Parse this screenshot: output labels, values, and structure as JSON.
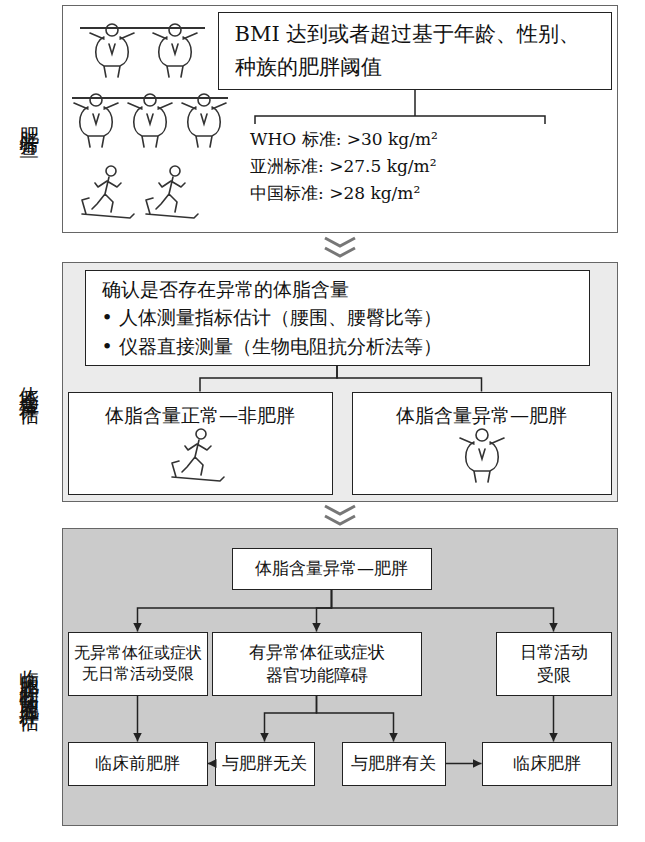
{
  "diagram": {
    "nodes": [
      {
        "text": [
          "肥胖筛查"
        ]
      },
      {
        "text": [
          "BMI 达到或者超过基于年龄、性别、种族的肥胖阈值"
        ],
        "in": 0
      },
      {
        "text": [
          "体脂含量评估"
        ]
      },
      {
        "text": [
          "确认是否存在异常的体脂含量",
          "• 人体测量指标估计（腰围、腰臀比等）",
          "• 仪器直接测量（生物电阻抗分析法等）"
        ],
        "in": 2
      },
      {
        "text": [
          "体脂含量正常—非肥胖"
        ],
        "in": 2
      },
      {
        "text": [
          "体脂含量异常—肥胖"
        ],
        "in": 2
      },
      {
        "text": [
          "临床肥胖和临床前肥胖评估"
        ]
      },
      {
        "text": [
          "体脂含量异常—肥胖"
        ],
        "in": 6
      },
      {
        "text": [
          "无异常体征或症状",
          "无日常活动受限"
        ],
        "in": 6
      },
      {
        "text": [
          "有异常体征或症状",
          "器官功能障碍"
        ],
        "in": 6
      },
      {
        "text": [
          "日常活动受限"
        ],
        "in": 6
      },
      {
        "text": [
          "临床前肥胖"
        ],
        "in": 6
      },
      {
        "text": [
          "与肥胖无关"
        ],
        "in": 6
      },
      {
        "text": [
          "与肥胖有关"
        ],
        "in": 6
      },
      {
        "text": [
          "临床肥胖"
        ],
        "in": 6
      }
    ],
    "edges": [
      {
        "from": 3,
        "to": 4,
        "arrow": "none"
      },
      {
        "from": 3,
        "to": 5,
        "arrow": "none"
      },
      {
        "from": 7,
        "to": 8,
        "arrow": "to"
      },
      {
        "from": 7,
        "to": 9,
        "arrow": "to"
      },
      {
        "from": 7,
        "to": 10,
        "arrow": "to"
      },
      {
        "from": 8,
        "to": 11,
        "arrow": "to"
      },
      {
        "from": 9,
        "to": 12,
        "arrow": "to"
      },
      {
        "from": 9,
        "to": 13,
        "arrow": "to"
      },
      {
        "from": 12,
        "to": 11,
        "arrow": "to"
      },
      {
        "from": 13,
        "to": 14,
        "arrow": "to"
      },
      {
        "from": 10,
        "to": 14,
        "arrow": "to"
      }
    ],
    "labels": [
      "WHO 标准: >30 kg/m²",
      "亚洲标准: >27.5 kg/m²",
      "中国标准: >28 kg/m²"
    ]
  }
}
